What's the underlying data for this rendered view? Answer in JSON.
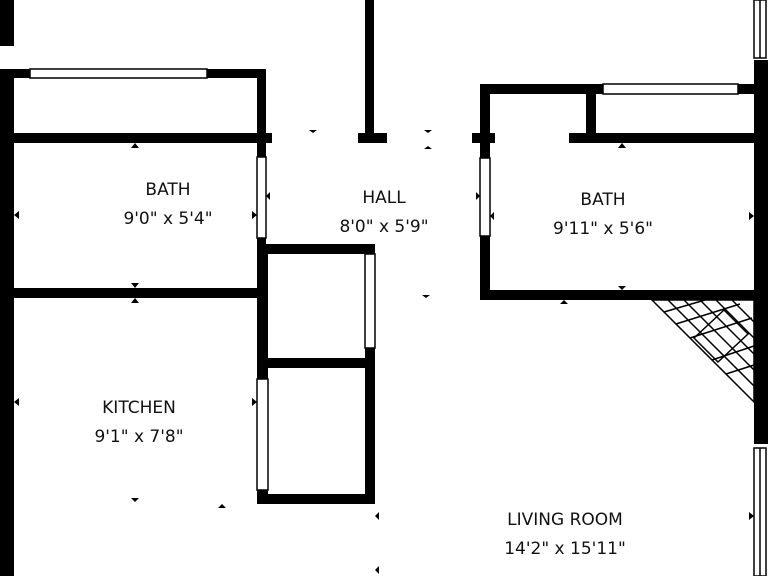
{
  "rooms": {
    "bath_left": {
      "name": "BATH",
      "dims": "9'0\" x 5'4\""
    },
    "hall": {
      "name": "HALL",
      "dims": "8'0\" x 5'9\""
    },
    "bath_right": {
      "name": "BATH",
      "dims": "9'11\" x 5'6\""
    },
    "kitchen": {
      "name": "KITCHEN",
      "dims": "9'1\" x 7'8\""
    },
    "living_room": {
      "name": "LIVING ROOM",
      "dims": "14'2\" x 15'11\""
    }
  },
  "colors": {
    "wall": "#000000",
    "background": "#ffffff",
    "window": "#ffffff"
  }
}
